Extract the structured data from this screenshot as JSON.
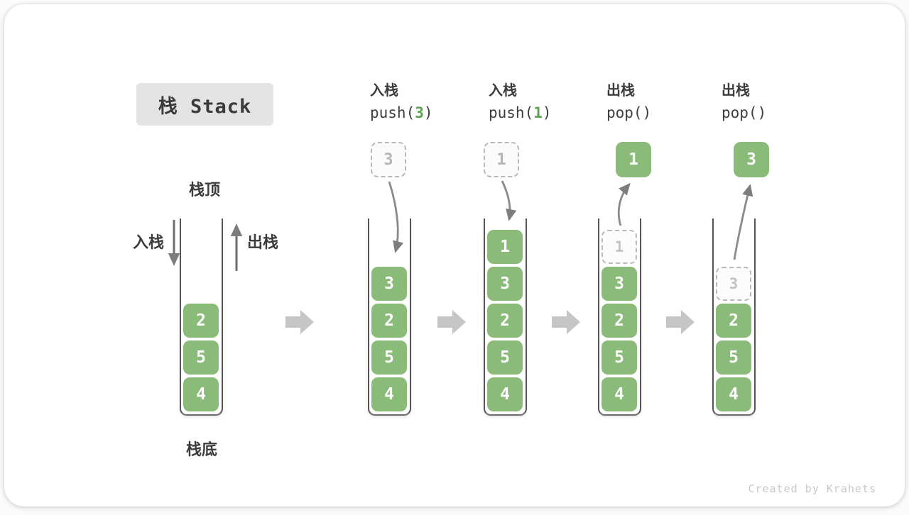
{
  "title": {
    "text": "栈 Stack"
  },
  "legend": {
    "stack_top": "栈顶",
    "stack_bottom": "栈底",
    "push_side": "入栈",
    "pop_side": "出栈"
  },
  "operations": [
    {
      "name": "入栈",
      "code_open": "push(",
      "arg": "3",
      "code_close": ")"
    },
    {
      "name": "入栈",
      "code_open": "push(",
      "arg": "1",
      "code_close": ")"
    },
    {
      "name": "出栈",
      "code_open": "pop(",
      "arg": "",
      "code_close": ")"
    },
    {
      "name": "出栈",
      "code_open": "pop(",
      "arg": "",
      "code_close": ")"
    }
  ],
  "stacks": [
    {
      "blocks": [
        "2",
        "5",
        "4"
      ]
    },
    {
      "floating": "3",
      "blocks": [
        "3",
        "2",
        "5",
        "4"
      ]
    },
    {
      "floating": "1",
      "blocks": [
        "1",
        "3",
        "2",
        "5",
        "4"
      ]
    },
    {
      "floating": "1",
      "ghost": "1",
      "blocks": [
        "3",
        "2",
        "5",
        "4"
      ]
    },
    {
      "floating": "3",
      "ghost": "3",
      "blocks": [
        "2",
        "5",
        "4"
      ]
    }
  ],
  "watermark": "Created by Krahets",
  "colors": {
    "block_green": "#8abb79",
    "code_arg_green": "#5ba351",
    "arrow_gray": "#7d7d7d",
    "transition_arrow_gray": "#c6c6c6",
    "title_box_bg": "#e4e4e4",
    "label_dark": "#3c3c3c"
  }
}
